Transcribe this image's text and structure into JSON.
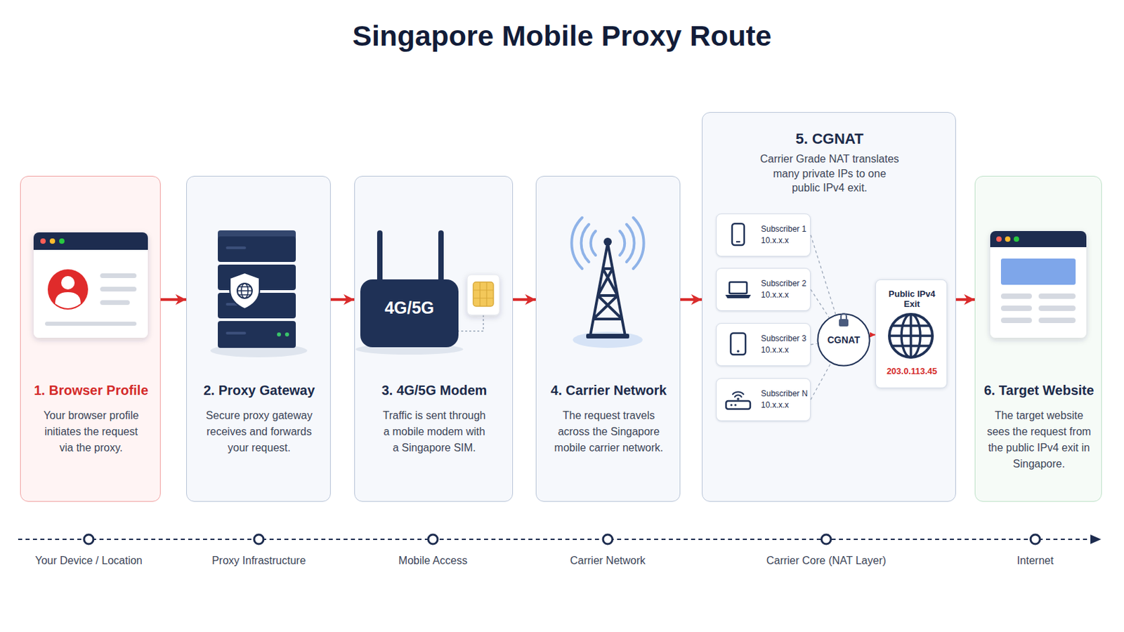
{
  "diagram": {
    "title": "Singapore Mobile Proxy Route",
    "nodes": [
      {
        "text": [
          "1. Browser Profile",
          "Your browser profile initiates the request via the proxy."
        ]
      },
      {
        "text": [
          "2. Proxy Gateway",
          "Secure proxy gateway receives and forwards your request."
        ]
      },
      {
        "text": [
          "3. 4G/5G Modem",
          "Traffic is sent through a mobile modem with a Singapore SIM."
        ]
      },
      {
        "text": [
          "4. Carrier Network",
          "The request travels across the Singapore mobile carrier network."
        ]
      },
      {
        "text": [
          "5. CGNAT",
          "Carrier Grade NAT translates many private IPs to one public IPv4 exit."
        ]
      },
      {
        "text": [
          "Subscriber 1",
          "10.x.x.x"
        ],
        "in": 4
      },
      {
        "text": [
          "Subscriber 2",
          "10.x.x.x"
        ],
        "in": 4
      },
      {
        "text": [
          "Subscriber 3",
          "10.x.x.x"
        ],
        "in": 4
      },
      {
        "text": [
          "Subscriber N",
          "10.x.x.x"
        ],
        "in": 4
      },
      {
        "text": [
          "CGNAT"
        ],
        "in": 4
      },
      {
        "text": [
          "Public IPv4 Exit",
          "203.0.113.45"
        ],
        "in": 4
      },
      {
        "text": [
          "6. Target Website",
          "The target website sees the request from the public IPv4 exit in Singapore."
        ]
      }
    ],
    "edges": [
      {
        "from": 0,
        "to": 1,
        "arrow": "to"
      },
      {
        "from": 1,
        "to": 2,
        "arrow": "to"
      },
      {
        "from": 2,
        "to": 3,
        "arrow": "to"
      },
      {
        "from": 3,
        "to": 4,
        "arrow": "to"
      },
      {
        "from": 5,
        "to": 9,
        "arrow": "none"
      },
      {
        "from": 6,
        "to": 9,
        "arrow": "none"
      },
      {
        "from": 7,
        "to": 9,
        "arrow": "none"
      },
      {
        "from": 8,
        "to": 9,
        "arrow": "none"
      },
      {
        "from": 9,
        "to": 10,
        "arrow": "to"
      },
      {
        "from": 4,
        "to": 11,
        "arrow": "to"
      }
    ],
    "labels": [
      "4G/5G",
      "Your Device / Location",
      "Proxy Infrastructure",
      "Mobile Access",
      "Carrier Network",
      "Carrier Core (NAT Layer)",
      "Internet"
    ]
  }
}
